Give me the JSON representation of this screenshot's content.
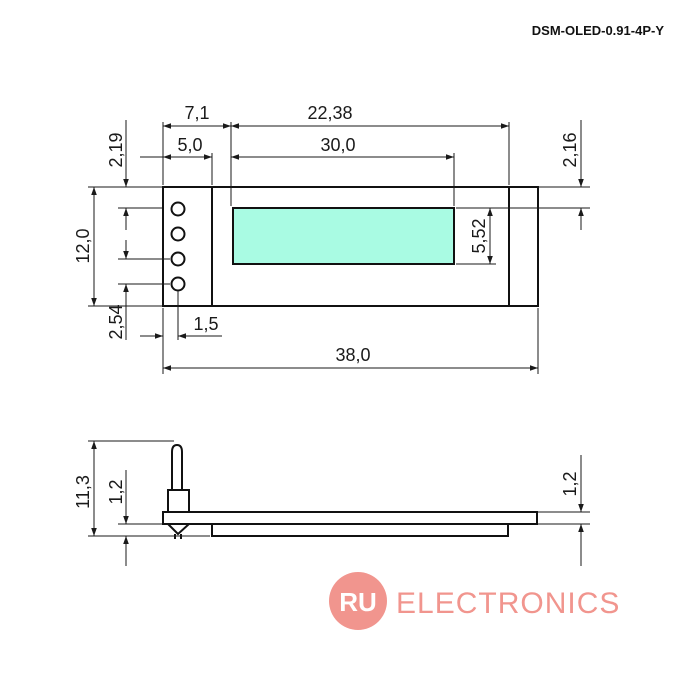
{
  "model_code": "DSM-OLED-0.91-4P-Y",
  "top_view": {
    "dim_7_1": "7,1",
    "dim_22_38": "22,38",
    "dim_5_0": "5,0",
    "dim_30_0": "30,0",
    "dim_2_19": "2,19",
    "dim_2_16": "2,16",
    "dim_12_0": "12,0",
    "dim_5_52": "5,52",
    "dim_2_54": "2,54",
    "dim_1_5": "1,5",
    "dim_38_0": "38,0"
  },
  "side_view": {
    "dim_11_3": "11,3",
    "dim_1_2_left": "1,2",
    "dim_1_2_right": "1,2"
  },
  "watermark": {
    "logo_text": "RU",
    "brand_text": "ELECTRONICS"
  },
  "colors": {
    "display": "#a9fbe3",
    "watermark": "#f08a82"
  }
}
